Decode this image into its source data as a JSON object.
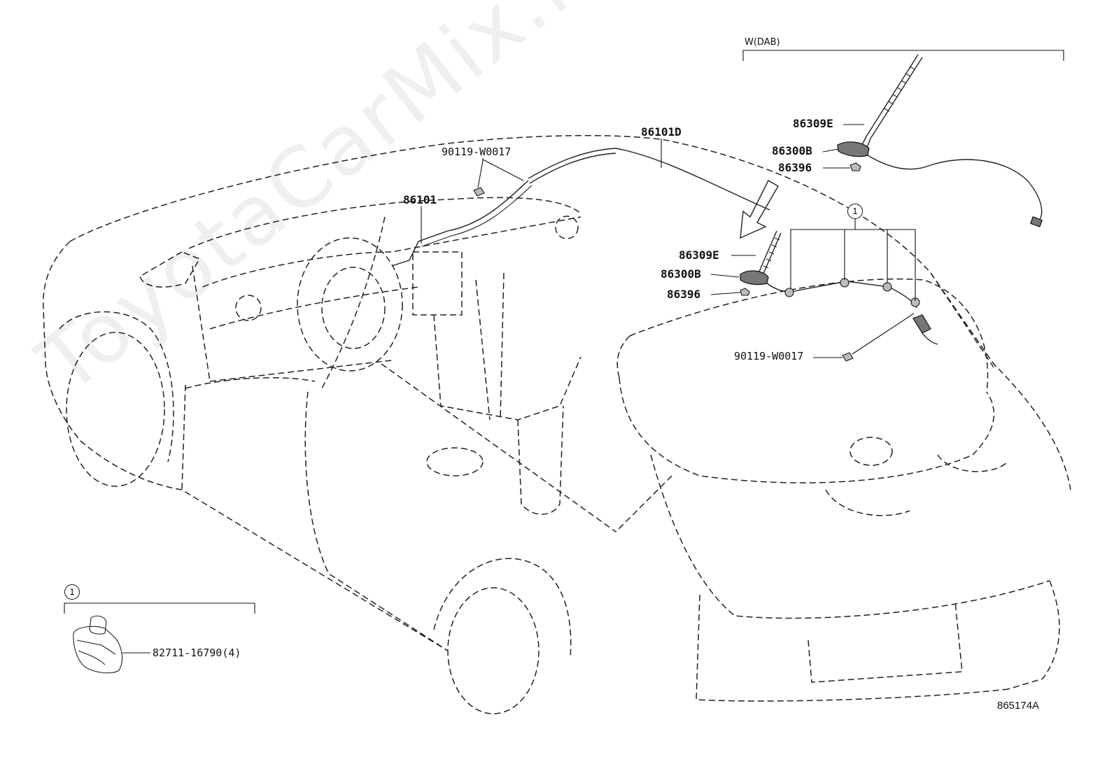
{
  "variant_label": "W(DAB)",
  "watermark": "ToyotaCarMix.ru",
  "diagram_id": "865174A",
  "callout_symbol": "1",
  "parts": {
    "antenna_rod_upper": "86309E",
    "antenna_base_upper": "86300B",
    "antenna_nut_upper": "86396",
    "cord": "86101D",
    "bolt_front": "90119-W0017",
    "harness": "86101",
    "antenna_rod_lower": "86309E",
    "antenna_base_lower": "86300B",
    "antenna_nut_lower": "86396",
    "bolt_rear": "90119-W0017",
    "clamp": "82711-16790(4)"
  }
}
